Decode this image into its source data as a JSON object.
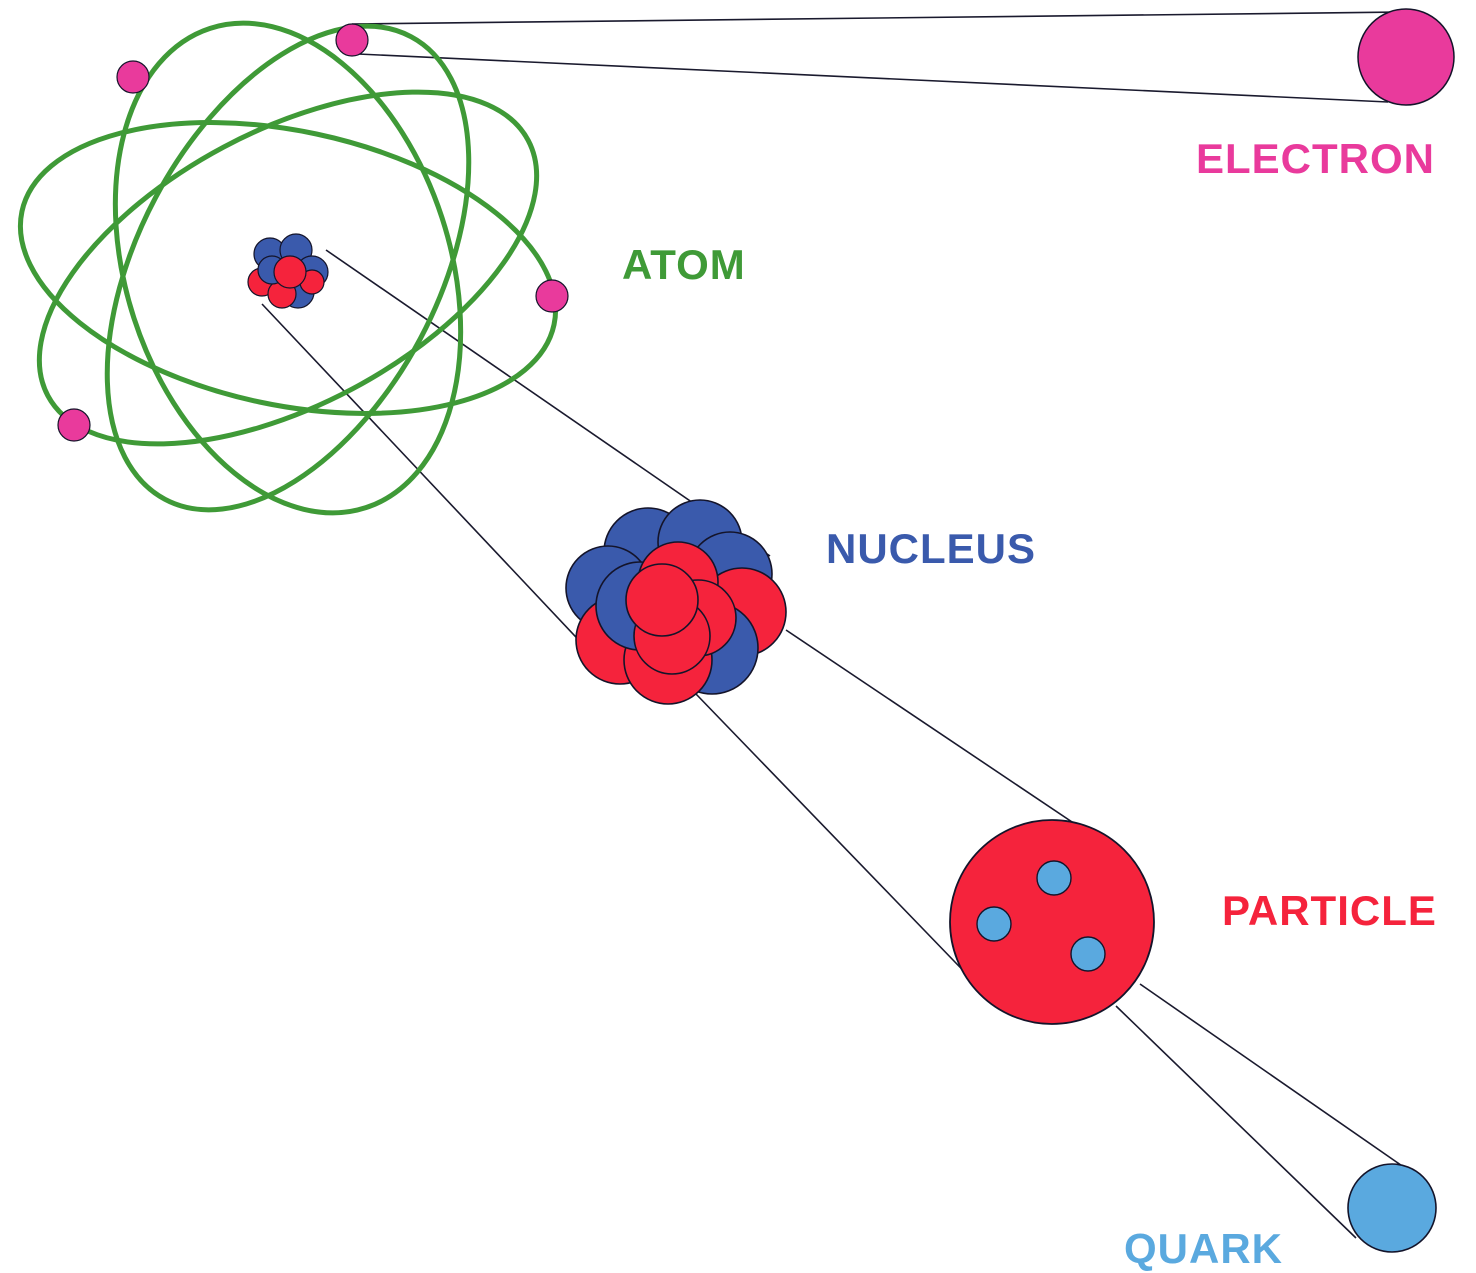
{
  "colors": {
    "orbit": "#3f9a37",
    "electron": "#e93a9c",
    "proton": "#f5233c",
    "neutron": "#3a5aac",
    "quark": "#5aa9df",
    "line": "#1a1a2e",
    "outline": "#14142a"
  },
  "labels": {
    "electron": "ELECTRON",
    "atom": "ATOM",
    "nucleus": "NUCLEUS",
    "particle": "PARTICLE",
    "quark": "QUARK"
  }
}
